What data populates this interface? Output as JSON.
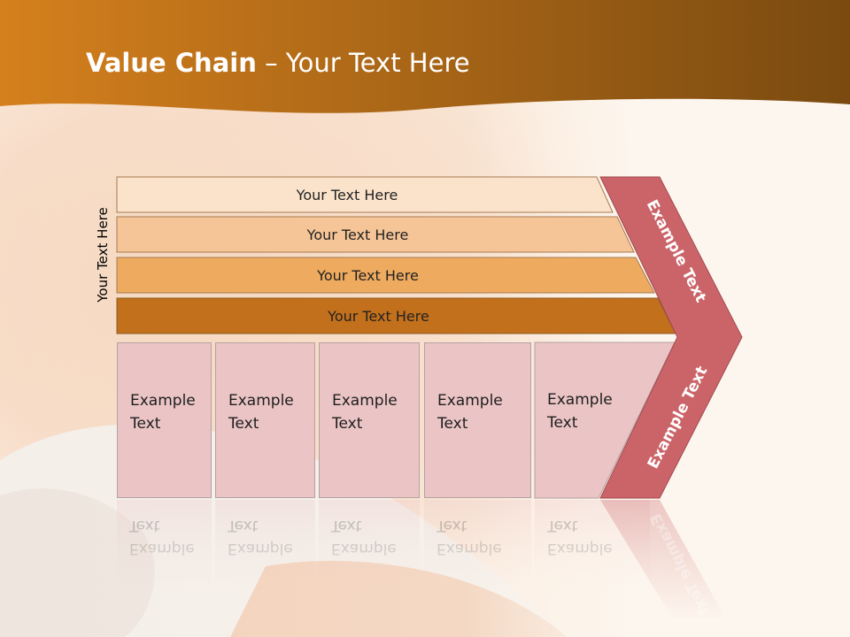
{
  "slide": {
    "title_bold": "Value Chain",
    "title_rest": " – Your Text Here"
  },
  "diagram": {
    "side_label": "Your Text Here",
    "bars": [
      {
        "label": "Your Text Here",
        "color": "#fbe3cb"
      },
      {
        "label": "Your Text Here",
        "color": "#f6c597"
      },
      {
        "label": "Your Text Here",
        "color": "#eeab5f"
      },
      {
        "label": "Your Text Here",
        "color": "#c3701c"
      }
    ],
    "boxes": [
      {
        "line1": "Example",
        "line2": "Text"
      },
      {
        "line1": "Example",
        "line2": "Text"
      },
      {
        "line1": "Example",
        "line2": "Text"
      },
      {
        "line1": "Example",
        "line2": "Text"
      },
      {
        "line1": "Example",
        "line2": "Text"
      }
    ],
    "chevron_top_label": "Example Text",
    "chevron_bottom_label": "Example Text",
    "chevron_color": "#cb6468",
    "box_color": "#ebc4c5"
  },
  "theme": {
    "header_dark": "#7a4a10",
    "header_light": "#d5801d"
  }
}
